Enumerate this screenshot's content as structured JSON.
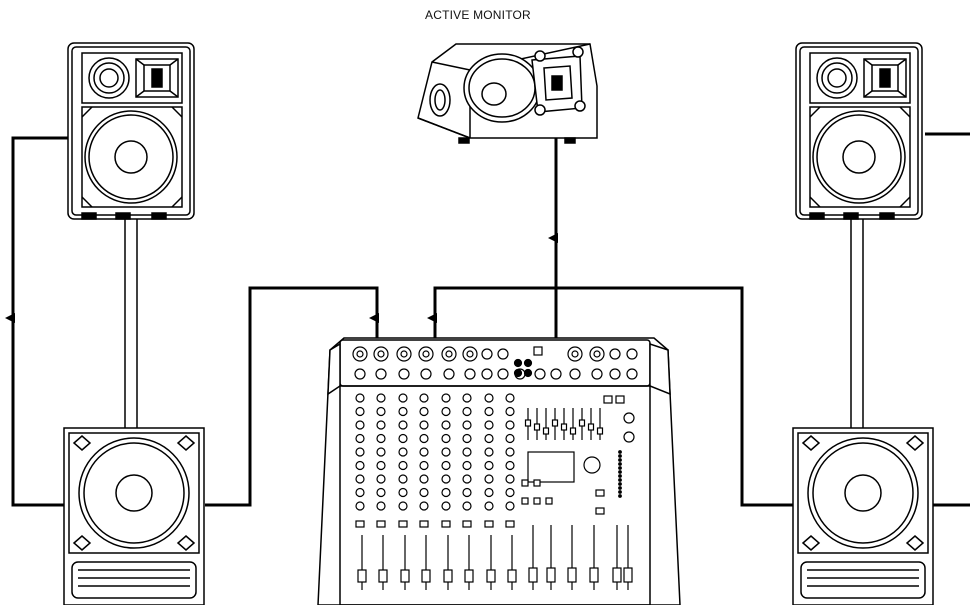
{
  "labels": {
    "active_monitor": "ACTIVE MONITOR"
  },
  "colors": {
    "line": "#000000",
    "background": "#ffffff",
    "cabinet_fill": "#ffffff"
  },
  "diagram": {
    "components": [
      "main-speaker-left",
      "main-speaker-right",
      "subwoofer-left",
      "subwoofer-right",
      "active-monitor",
      "mixer"
    ],
    "connections": [
      {
        "from": "mixer",
        "to": "subwoofer-left"
      },
      {
        "from": "subwoofer-left",
        "to": "main-speaker-left"
      },
      {
        "from": "mixer",
        "to": "subwoofer-right"
      },
      {
        "from": "subwoofer-right",
        "to": "main-speaker-right"
      },
      {
        "from": "mixer",
        "to": "active-monitor"
      }
    ]
  }
}
